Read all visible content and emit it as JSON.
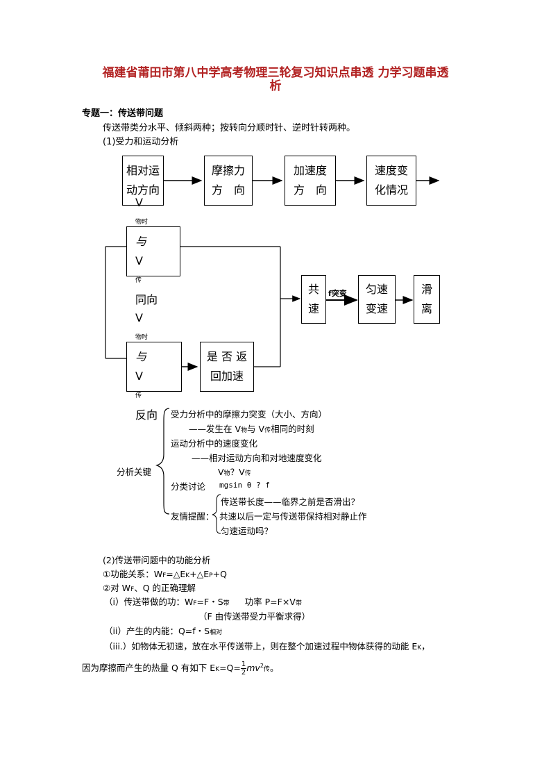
{
  "doc": {
    "title_line1": "福建省莆田市第八中学高考物理三轮复习知识点串透 力学习题串透",
    "title_line2": "析",
    "section1_heading": "专题一：传送带问题",
    "intro": "传送带类分水平、倾斜两种；按转向分顺时针、逆时针转两种。",
    "sub1": "(1)受力和运动分析"
  },
  "flow1": {
    "box1": [
      "相对运",
      "动方向"
    ],
    "box2": [
      "摩擦力",
      "方　向"
    ],
    "box3": [
      "加速度",
      "方　向"
    ],
    "box4": [
      "速度变",
      "化情况"
    ]
  },
  "flow2": {
    "same_dir": {
      "line1_main": "V",
      "line1_sub": "物时",
      "line1_tail": "与",
      "line2_main": "V",
      "line2_sub": "传",
      "line2_tail": "同向"
    },
    "opp_dir": {
      "line1_main": "V",
      "line1_sub": "物时",
      "line1_tail": "与",
      "line2_main": "V",
      "line2_sub": "传",
      "line2_tail": "反向"
    },
    "return_box": [
      "是 否 返",
      "回加速"
    ],
    "cospeed_box": [
      "共",
      "速"
    ],
    "arrow_label": "f突变",
    "uniform_box": [
      "匀速",
      "变速"
    ],
    "slide_box": [
      "滑",
      "离"
    ]
  },
  "analysis": {
    "label": "分析关键",
    "l1": "受力分析中的摩擦力突变（大小、方向）",
    "l2_pre": "——发生在 V",
    "l2_sub1": "物",
    "l2_mid": "与 V",
    "l2_sub2": "传",
    "l2_post": "相同的时刻",
    "l3": "运动分析中的速度变化",
    "l4": "——相对运动方向和对地速度变化",
    "l5_main": "V",
    "l5_sub1": "物",
    "l5_mid": "？V",
    "l5_sub2": "传",
    "l6_label": "分类讨论",
    "l6_expr": "mgsin θ ? f",
    "tip_label": "友情提醒：",
    "tip1": "传送带长度——临界之前是否滑出？",
    "tip2": "共速以后一定与传送带保持相对静止作",
    "tip3": "匀速运动吗？"
  },
  "energy": {
    "sub2": "(2)传送带问题中的功能分析",
    "e1": "①功能关系：W",
    "e1_sub": "F",
    "e1_tail": "=△E",
    "e1_sub2": "K",
    "e1_tail2": "+△E",
    "e1_sub3": "P",
    "e1_tail3": "+Q",
    "e2_pre": "②对 W",
    "e2_sub": "F",
    "e2_post": "、Q 的正确理解",
    "e3_pre": "（i）传送带做的功：W",
    "e3_sub": "F",
    "e3_mid": "=F・S",
    "e3_sub2": "带",
    "e3_power": "功率 P=F×V",
    "e3_sub3": "带",
    "e4": "（F 由传送带受力平衡求得）",
    "e5_pre": "（ii）产生的内能：Q=f・S",
    "e5_sub": "相对",
    "e6_pre": "（iii.）如物体无初速，放在水平传送带上，则在整个加速过程中物体获得的动能 E",
    "e6_sub": "K",
    "e6_post": "，",
    "e7_pre": "因为摩擦而产生的热量 Q 有如下 E",
    "e7_sub": "K",
    "e7_mid": "=Q=",
    "e7_num": "1",
    "e7_den": "2",
    "e7_expr": "mv",
    "e7_sup": "2",
    "e7_vsub": "传",
    "e7_post": "。"
  }
}
